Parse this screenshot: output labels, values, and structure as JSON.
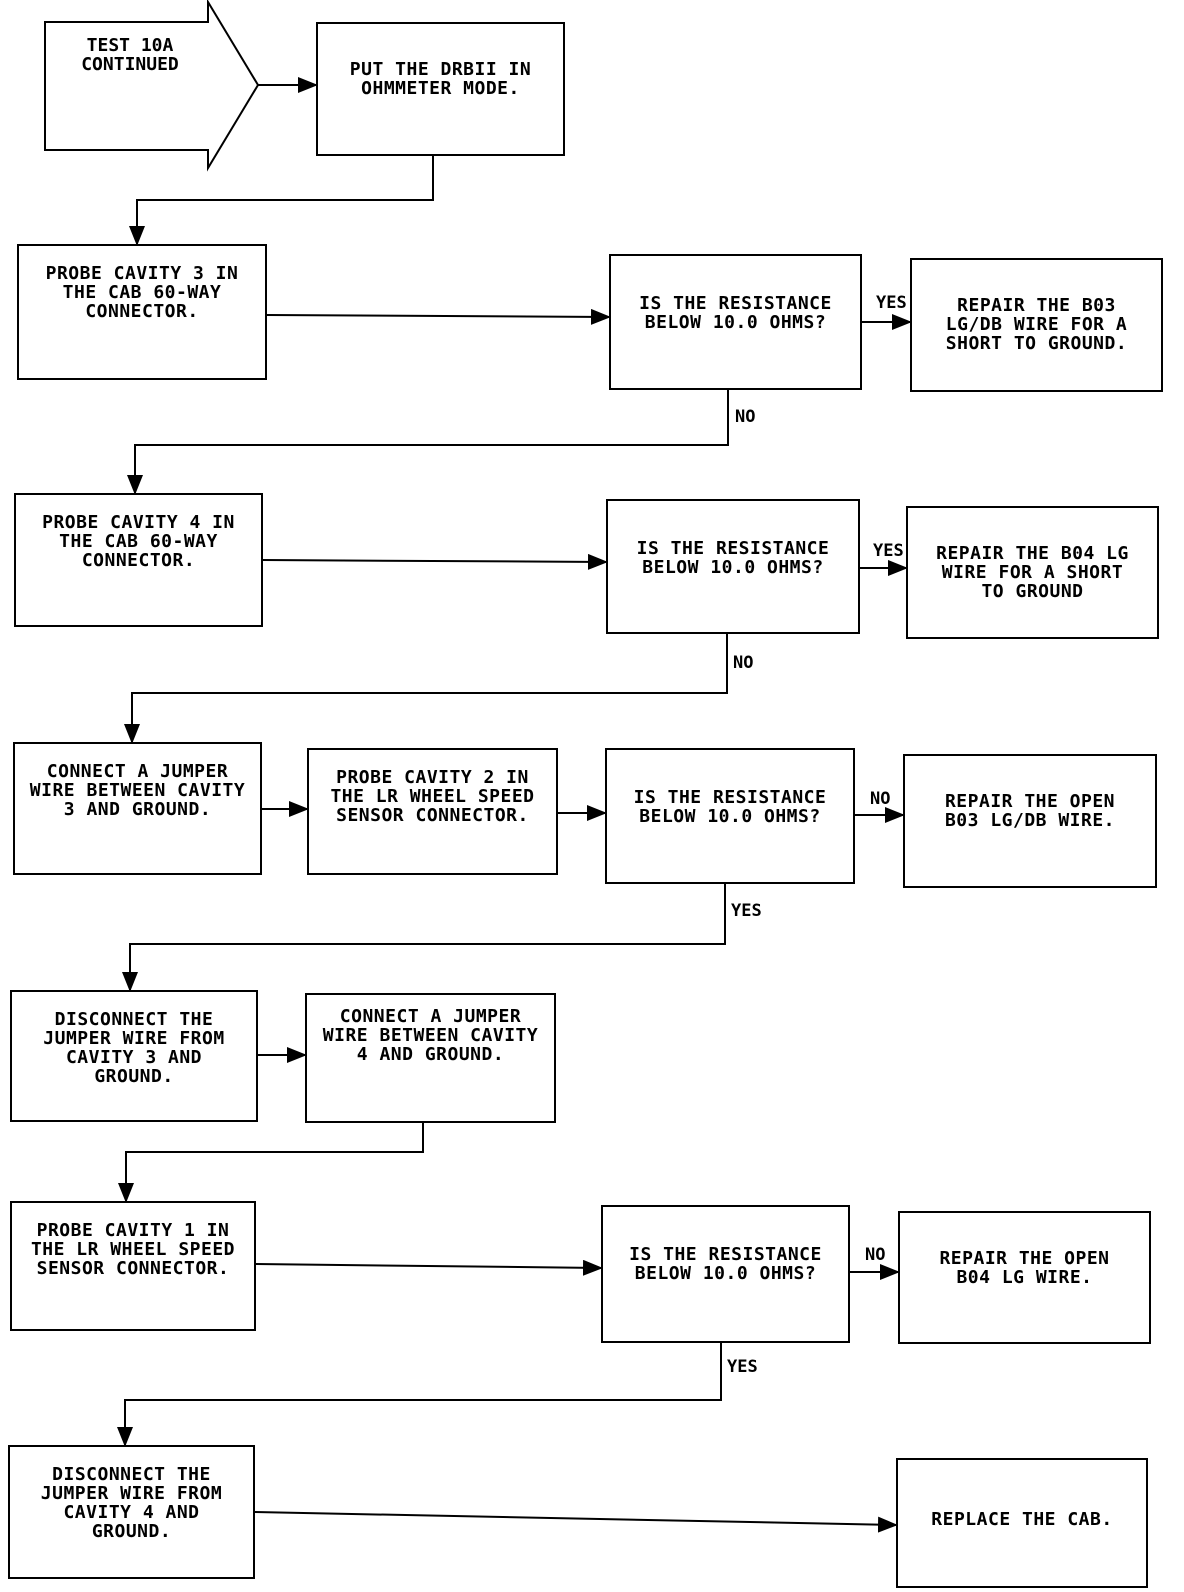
{
  "start": {
    "text": "TEST 10A\nCONTINUED"
  },
  "steps": {
    "put_ohm": "PUT THE DRBII IN\nOHMMETER MODE.",
    "probe3": "PROBE CAVITY 3 IN\nTHE CAB 60-WAY\nCONNECTOR.",
    "q1": "IS THE RESISTANCE\nBELOW 10.0 OHMS?",
    "repair_b03_short": "REPAIR THE B03\nLG/DB WIRE FOR A\nSHORT TO GROUND.",
    "probe4": "PROBE CAVITY 4 IN\nTHE CAB 60-WAY\nCONNECTOR.",
    "q2": "IS THE RESISTANCE\nBELOW 10.0 OHMS?",
    "repair_b04_short": "REPAIR THE B04 LG\nWIRE FOR A SHORT\nTO GROUND",
    "jumper3": "CONNECT A JUMPER\nWIRE BETWEEN CAVITY\n3 AND GROUND.",
    "probe_lr2": "PROBE CAVITY 2 IN\nTHE LR WHEEL SPEED\nSENSOR CONNECTOR.",
    "q3": "IS THE RESISTANCE\nBELOW 10.0 OHMS?",
    "repair_b03_open": "REPAIR THE OPEN\nB03 LG/DB WIRE.",
    "disconnect3": "DISCONNECT THE\nJUMPER WIRE FROM\nCAVITY 3 AND\nGROUND.",
    "jumper4": "CONNECT A JUMPER\nWIRE BETWEEN CAVITY\n4 AND GROUND.",
    "probe_lr1": "PROBE CAVITY 1 IN\nTHE LR WHEEL SPEED\nSENSOR CONNECTOR.",
    "q4": "IS THE RESISTANCE\nBELOW 10.0 OHMS?",
    "repair_b04_open": "REPAIR THE OPEN\nB04 LG WIRE.",
    "disconnect4": "DISCONNECT THE\nJUMPER WIRE FROM\nCAVITY 4 AND\nGROUND.",
    "replace_cab": "REPLACE THE CAB."
  },
  "labels": {
    "q1_yes": "YES",
    "q1_no": "NO",
    "q2_yes": "YES",
    "q2_no": "NO",
    "q3_no": "NO",
    "q3_yes": "YES",
    "q4_no": "NO",
    "q4_yes": "YES"
  }
}
